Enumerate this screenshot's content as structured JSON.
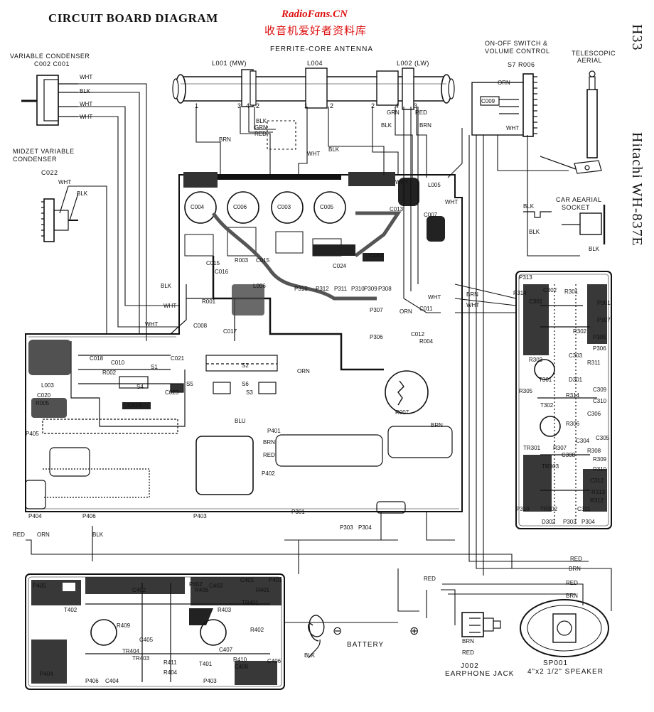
{
  "header": {
    "title": "CIRCUIT BOARD DIAGRAM",
    "watermark_site": "RadioFans.CN",
    "watermark_cn": "收音机爱好者资料库",
    "model_code": "H33",
    "model_name": "Hitachi WH-837E"
  },
  "antenna": {
    "label": "FERRITE-CORE ANTENNA",
    "coil_mw": "L001 (MW)",
    "coil_4": "L004",
    "coil_lw": "L002 (LW)",
    "pins": [
      "1",
      "3",
      "4",
      "2",
      "1",
      "2",
      "2",
      "4",
      "3"
    ]
  },
  "variable_condenser": {
    "title_line1": "VARIABLE CONDENSER",
    "title_line2": "C002  C001"
  },
  "midzet": {
    "title_line1": "MIDZET VARIABLE",
    "title_line2": "CONDENSER",
    "part": "C022"
  },
  "switch": {
    "title_line1": "ON-OFF SWITCH &",
    "title_line2": "VOLUME CONTROL",
    "parts": "S7  R006",
    "cap": "C009"
  },
  "telescopic": {
    "line1": "TELESCOPIC",
    "line2": "AERIAL"
  },
  "car_aerial": {
    "line1": "CAR AEARIAL",
    "line2": "SOCKET"
  },
  "wire_colors": {
    "wht": "WHT",
    "blk": "BLK",
    "grn": "GRN",
    "red": "RED",
    "brn": "BRN",
    "orn": "ORN",
    "blu": "BLU"
  },
  "bottom": {
    "battery": "BATTERY",
    "minus": "⊖",
    "plus": "⊕",
    "jack_line1": "J002",
    "jack_line2": "EARPHONE JACK",
    "speaker_line1": "SP001",
    "speaker_line2": "4\"x2 1/2\" SPEAKER"
  },
  "main_board_parts": [
    "C004",
    "C006",
    "C003",
    "C005",
    "C013",
    "C007",
    "L005",
    "C015",
    "R003",
    "C015",
    "L006",
    "C016",
    "C024",
    "C014",
    "C012",
    "C017",
    "R001",
    "C008",
    "L003",
    "R002",
    "R004",
    "C010",
    "R005",
    "C020",
    "C019",
    "C023",
    "C021",
    "C018",
    "S1",
    "S2",
    "S3",
    "S4",
    "S5",
    "S6",
    "R007",
    "P315",
    "P312",
    "P311",
    "P310",
    "P309",
    "P308",
    "P307",
    "P306",
    "P405",
    "P404",
    "P406",
    "P403",
    "P402",
    "P401",
    "P301",
    "P303",
    "P304",
    "C011"
  ],
  "if_board_parts": [
    "P313",
    "P314",
    "C302",
    "R301",
    "C301",
    "P301",
    "P307",
    "R302",
    "P305",
    "P306",
    "C303",
    "R311",
    "R303",
    "T301",
    "D301",
    "C309",
    "C310",
    "R314",
    "R305",
    "T302",
    "C306",
    "TR301",
    "R306",
    "R307",
    "C304",
    "C308",
    "C305",
    "R308",
    "R309",
    "TR303",
    "R310",
    "C312",
    "R312",
    "C311",
    "P310",
    "TR302",
    "D302",
    "R313",
    "P303",
    "P304"
  ],
  "audio_board_parts": [
    "P405",
    "T402",
    "TR403",
    "C402",
    "R406",
    "C403",
    "C401",
    "R401",
    "P401",
    "R403",
    "TR401",
    "R402",
    "R409",
    "C405",
    "TR404",
    "C404",
    "R404",
    "T401",
    "C407",
    "R410",
    "C406",
    "P404",
    "P406",
    "R411",
    "P403",
    "P402",
    "C408"
  ]
}
